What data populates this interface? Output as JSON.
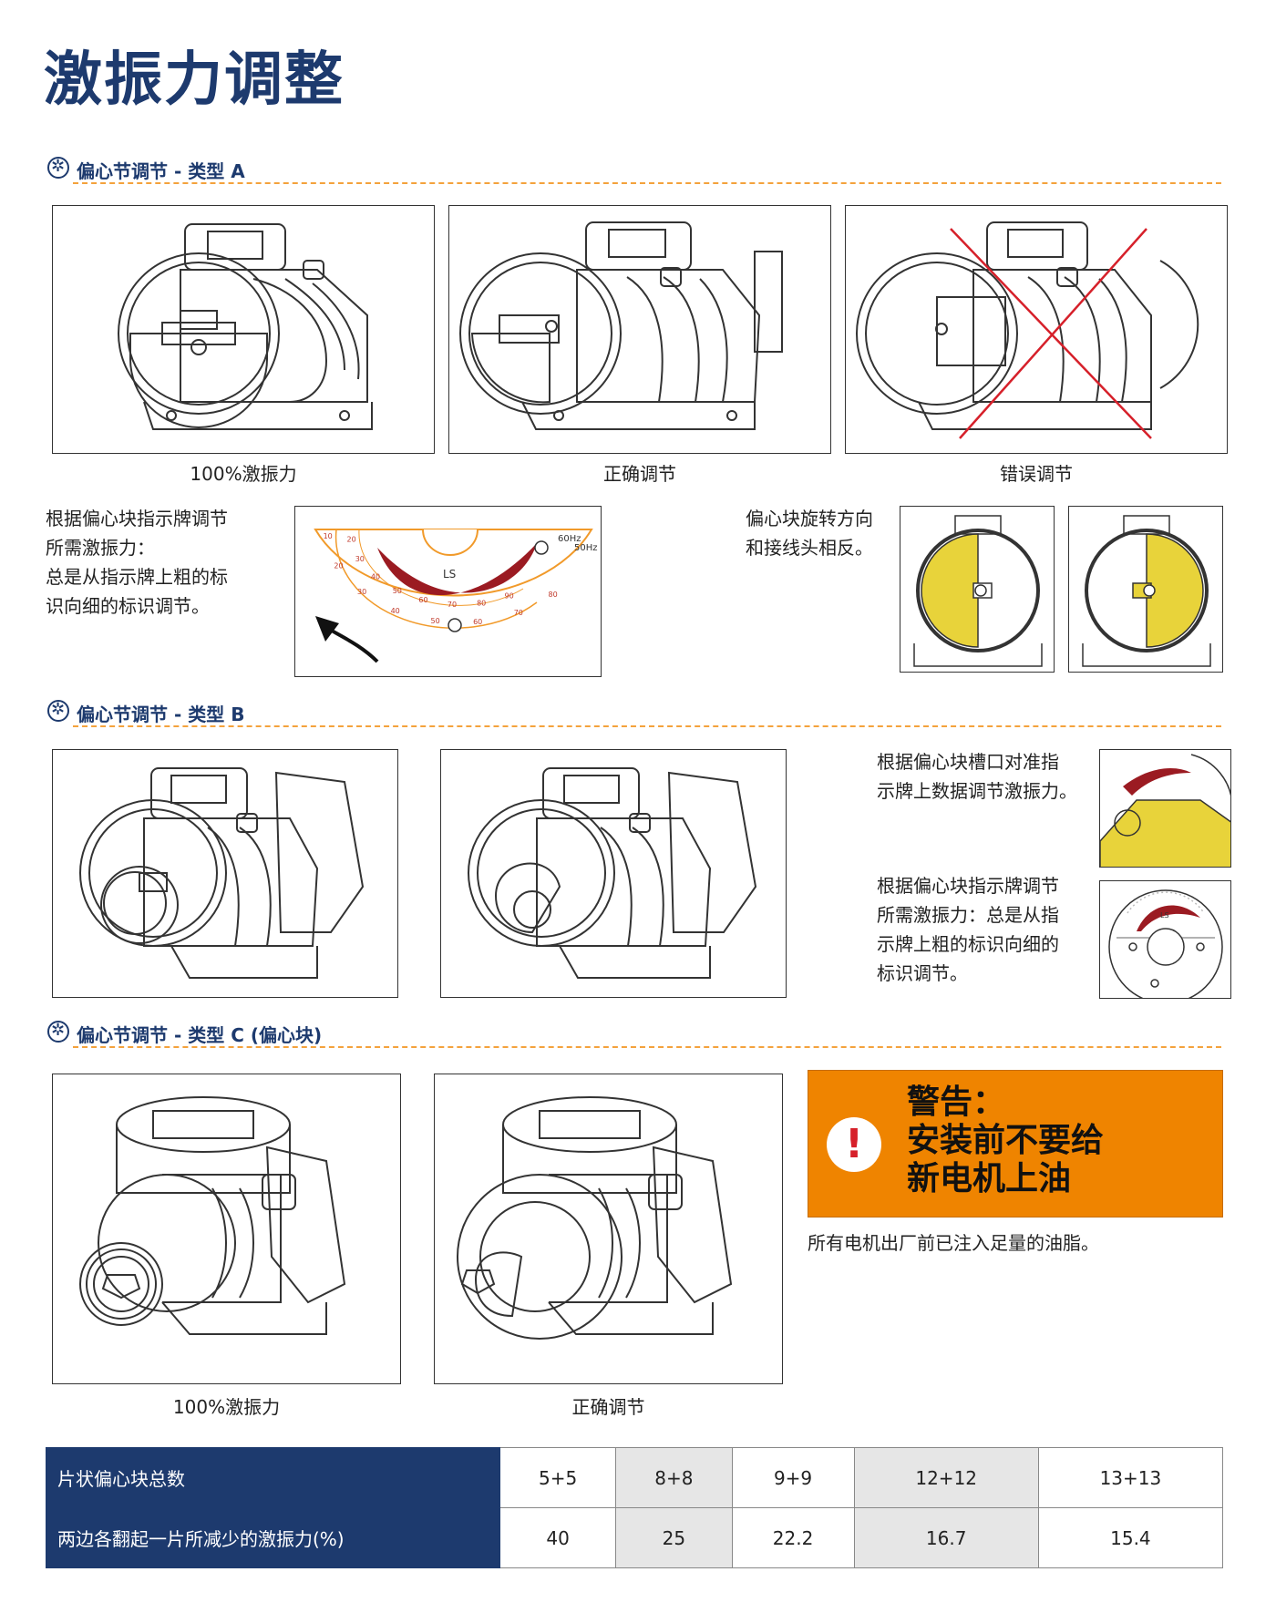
{
  "page": {
    "title": "激振力调整"
  },
  "colors": {
    "navy": "#1d3a6e",
    "orange": "#ef8400",
    "dash": "#f4a23c",
    "red": "#9b1b22",
    "yellow": "#e8d33a"
  },
  "section_a": {
    "title": "偏心节调节 - 类型 A",
    "captions": [
      "100%激振力",
      "正确调节",
      "错误调节"
    ],
    "note_left": [
      "根据偏心块指示牌调节",
      "所需激振力：",
      "总是从指示牌上粗的标",
      "识向细的标识调节。"
    ],
    "note_right": [
      "偏心块旋转方向",
      "和接线头相反。"
    ],
    "dial": {
      "center_label": "LS",
      "freq_labels": [
        "60Hz",
        "50Hz"
      ],
      "ticks_inner": [
        "20",
        "30",
        "40",
        "50",
        "60",
        "70",
        "80",
        "90"
      ],
      "ticks_outer": [
        "10",
        "20",
        "30",
        "40",
        "50",
        "60",
        "70",
        "80"
      ]
    }
  },
  "section_b": {
    "title": "偏心节调节 - 类型 B",
    "note_top": [
      "根据偏心块槽口对准指",
      "示牌上数据调节激振力。"
    ],
    "note_bottom": [
      "根据偏心块指示牌调节",
      "所需激振力：总是从指",
      "示牌上粗的标识向细的",
      "标识调节。"
    ],
    "mini_dial_label": "LS"
  },
  "section_c": {
    "title": "偏心节调节 - 类型  C (偏心块)",
    "captions": [
      "100%激振力",
      "正确调节"
    ]
  },
  "warning": {
    "icon": "exclamation-icon",
    "lines": [
      "警告：",
      "安装前不要给",
      "新电机上油"
    ],
    "note": "所有电机出厂前已注入足量的油脂。"
  },
  "table": {
    "rows": [
      {
        "label": "片状偏心块总数",
        "values": [
          "5+5",
          "8+8",
          "9+9",
          "12+12",
          "13+13"
        ]
      },
      {
        "label": "两边各翻起一片所减少的激振力(%)",
        "values": [
          "40",
          "25",
          "22.2",
          "16.7",
          "15.4"
        ]
      }
    ]
  }
}
